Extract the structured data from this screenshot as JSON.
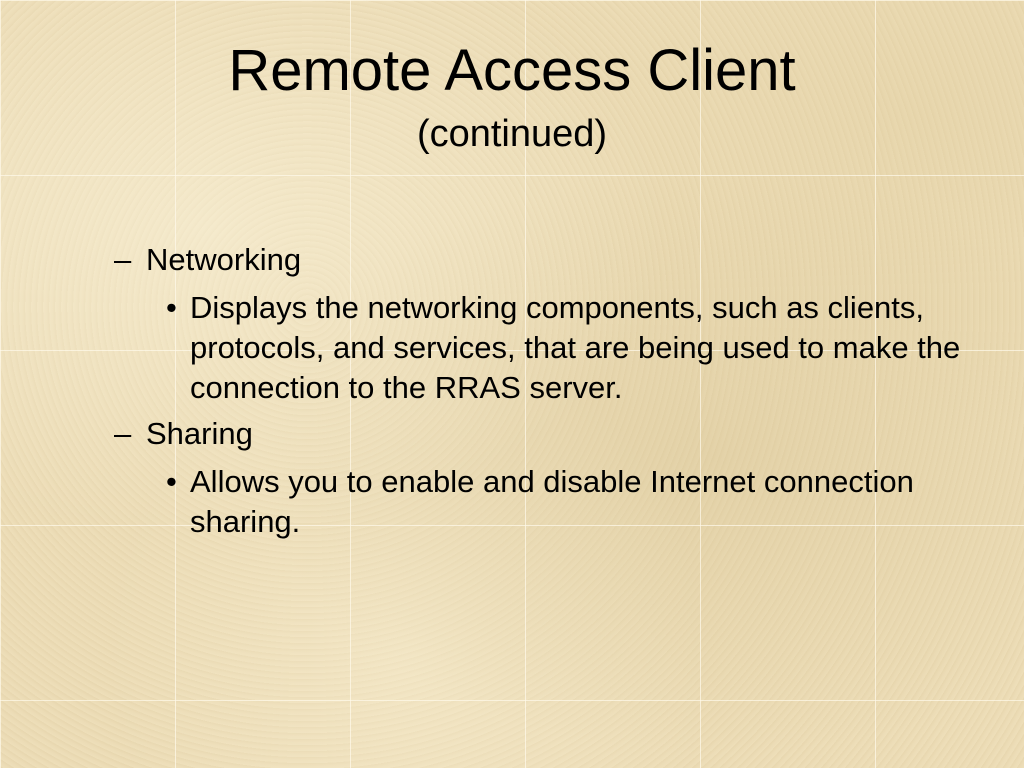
{
  "slide": {
    "title": "Remote Access Client",
    "subtitle": "(continued)",
    "items": [
      {
        "marker": "–",
        "heading": "Networking",
        "bullet_marker": "•",
        "detail": "Displays the networking components, such as clients, protocols, and services, that are being used to make the connection to the RRAS server."
      },
      {
        "marker": "–",
        "heading": "Sharing",
        "bullet_marker": "•",
        "detail": "Allows you to enable and disable Internet connection sharing."
      }
    ]
  }
}
